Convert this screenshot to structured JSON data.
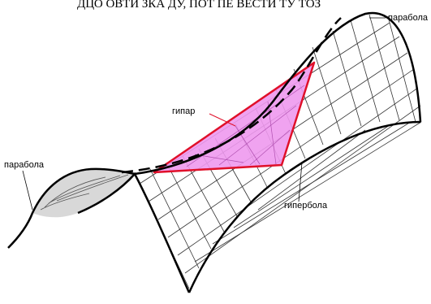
{
  "labels": {
    "top_text_fragment": "ДЦО ОВТИ ЗКА ДУ, ПОТ ПЕ ВЕСТИ ТУ ТОЗ",
    "parabola_top": "парабола",
    "parabola_left": "парабола",
    "hypar": "гипар",
    "hyperbola": "гипербола"
  },
  "colors": {
    "outline": "#000000",
    "grid": "#333333",
    "hypar_fill": "#ee99ee",
    "hypar_stroke": "#e0102a"
  }
}
